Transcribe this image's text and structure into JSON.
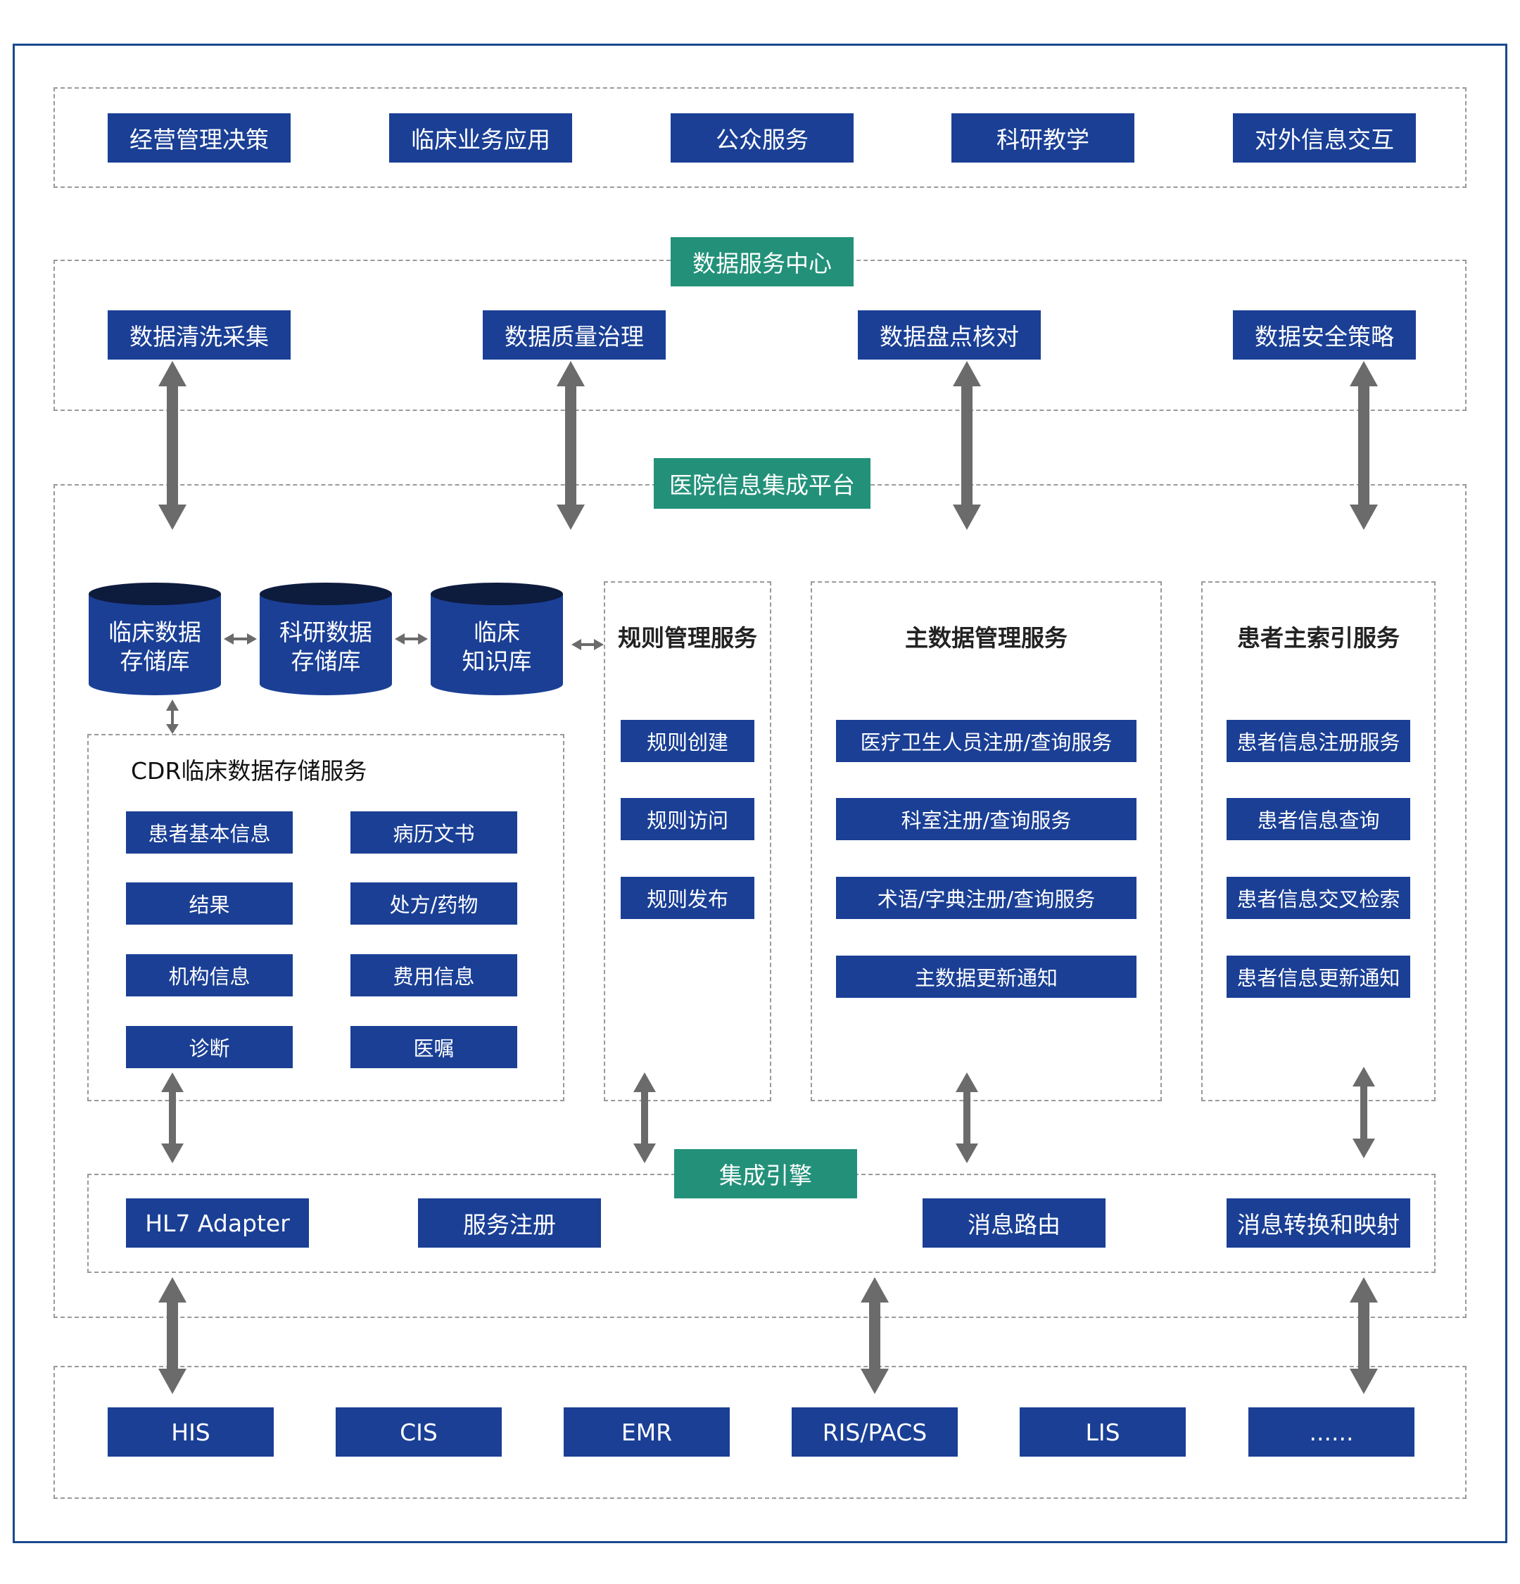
{
  "applications": [
    "经营管理决策",
    "临床业务应用",
    "公众服务",
    "科研教学",
    "对外信息交互"
  ],
  "data_service_center": {
    "title": "数据服务中心",
    "items": [
      "数据清洗采集",
      "数据质量治理",
      "数据盘点核对",
      "数据安全策略"
    ]
  },
  "platform": {
    "title": "医院信息集成平台",
    "databases": [
      {
        "line1": "临床数据",
        "line2": "存储库"
      },
      {
        "line1": "科研数据",
        "line2": "存储库"
      },
      {
        "line1": "临床",
        "line2": "知识库"
      }
    ],
    "cdr": {
      "title": "CDR临床数据存储服务",
      "items": [
        "患者基本信息",
        "病历文书",
        "结果",
        "处方/药物",
        "机构信息",
        "费用信息",
        "诊断",
        "医嘱"
      ]
    },
    "rule_service": {
      "title": "规则管理服务",
      "items": [
        "规则创建",
        "规则访问",
        "规则发布"
      ]
    },
    "master_data_service": {
      "title": "主数据管理服务",
      "items": [
        "医疗卫生人员注册/查询服务",
        "科室注册/查询服务",
        "术语/字典注册/查询服务",
        "主数据更新通知"
      ]
    },
    "patient_index_service": {
      "title": "患者主索引服务",
      "items": [
        "患者信息注册服务",
        "患者信息查询",
        "患者信息交叉检索",
        "患者信息更新通知"
      ]
    },
    "integration_engine": {
      "title": "集成引擎",
      "items": [
        "HL7 Adapter",
        "服务注册",
        "消息路由",
        "消息转换和映射"
      ]
    }
  },
  "source_systems": [
    "HIS",
    "CIS",
    "EMR",
    "RIS/PACS",
    "LIS",
    "......"
  ],
  "colors": {
    "box_blue": "#1a3f95",
    "header_green": "#23917a",
    "arrow_gray": "#6b6b6b",
    "frame_blue": "#1a4a8f",
    "cylinder_top": "#0d1b3d"
  }
}
